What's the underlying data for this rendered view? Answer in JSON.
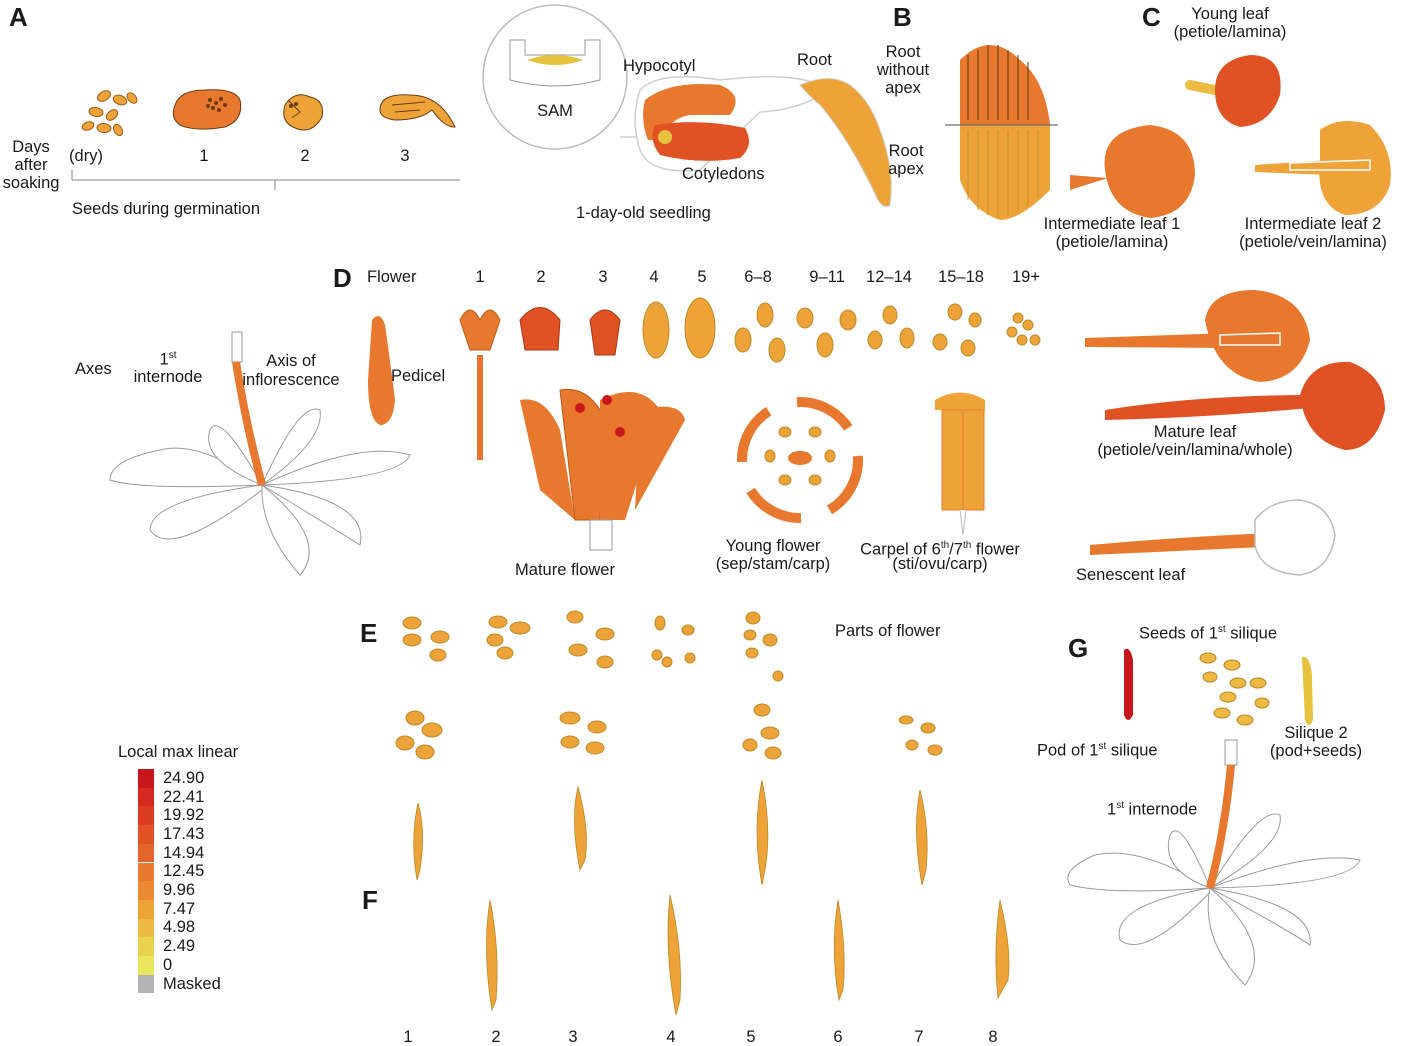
{
  "panels": {
    "a": "A",
    "b": "B",
    "c": "C",
    "d": "D",
    "e": "E",
    "f": "F",
    "g": "G"
  },
  "panel_a": {
    "axis_label": "Days after soaking",
    "axis_line1": "Days",
    "axis_line2": "after",
    "axis_line3": "soaking",
    "days": [
      "(dry)",
      "1",
      "2",
      "3"
    ],
    "caption": "Seeds during germination",
    "sam": "SAM",
    "hypocotyl": "Hypocotyl",
    "root": "Root",
    "cotyledons": "Cotyledons",
    "seedling_caption": "1-day-old seedling"
  },
  "panel_b": {
    "root_without_apex_1": "Root",
    "root_without_apex_2": "without",
    "root_without_apex_3": "apex",
    "root_apex_1": "Root",
    "root_apex_2": "apex"
  },
  "panel_c": {
    "young_leaf": "Young leaf",
    "young_leaf_parts": "(petiole/lamina)",
    "intermediate_1": "Intermediate leaf 1",
    "intermediate_1_parts": "(petiole/lamina)",
    "intermediate_2": "Intermediate leaf 2",
    "intermediate_2_parts": "(petiole/vein/lamina)",
    "mature_leaf": "Mature leaf",
    "mature_leaf_parts": "(petiole/vein/lamina/whole)",
    "senescent_leaf": "Senescent leaf"
  },
  "panel_d": {
    "flower": "Flower",
    "stages": [
      "1",
      "2",
      "3",
      "4",
      "5",
      "6–8",
      "9–11",
      "12–14",
      "15–18",
      "19+"
    ],
    "axes": "Axes",
    "first_internode_sup": "st",
    "first_internode_num": "1",
    "internode": "internode",
    "axis_of": "Axis of",
    "inflorescence": "inflorescence",
    "pedicel": "Pedicel",
    "mature_flower": "Mature flower",
    "young_flower": "Young flower",
    "young_flower_parts": "(sep/stam/carp)",
    "carpel_pre": "Carpel of 6",
    "carpel_sup1": "th",
    "carpel_mid": "/7",
    "carpel_sup2": "th",
    "carpel_post": " flower",
    "carpel_parts": "(sti/ovu/carp)"
  },
  "panel_e": {
    "parts_of_flower": "Parts of flower"
  },
  "panel_f": {
    "numbers": [
      "1",
      "2",
      "3",
      "4",
      "5",
      "6",
      "7",
      "8"
    ]
  },
  "panel_g": {
    "seeds_pre": "Seeds of 1",
    "seeds_sup": "st",
    "seeds_post": " silique",
    "pod_pre": "Pod of 1",
    "pod_sup": "st",
    "pod_post": " silique",
    "silique2": "Silique 2",
    "silique2_parts": "(pod+seeds)",
    "internode_num": "1",
    "internode_sup": "st",
    "internode_post": " internode"
  },
  "legend": {
    "title": "Local max linear",
    "entries": [
      {
        "label": "24.90",
        "color": "#c8161d"
      },
      {
        "label": "22.41",
        "color": "#d42a1f"
      },
      {
        "label": "19.92",
        "color": "#db3c20"
      },
      {
        "label": "17.43",
        "color": "#e05224"
      },
      {
        "label": "14.94",
        "color": "#e4652a"
      },
      {
        "label": "12.45",
        "color": "#e8782e"
      },
      {
        "label": "9.96",
        "color": "#eb8a32"
      },
      {
        "label": "7.47",
        "color": "#eea338"
      },
      {
        "label": "4.98",
        "color": "#edbb42"
      },
      {
        "label": "2.49",
        "color": "#e8d24e"
      },
      {
        "label": "0",
        "color": "#e9e65e"
      },
      {
        "label": "Masked",
        "color": "#b3b3b3"
      }
    ]
  },
  "colors": {
    "orange": "#e8782e",
    "light_orange": "#eea338",
    "red_orange": "#e05224",
    "red": "#c8161d",
    "outline": "#9a9a9a"
  }
}
